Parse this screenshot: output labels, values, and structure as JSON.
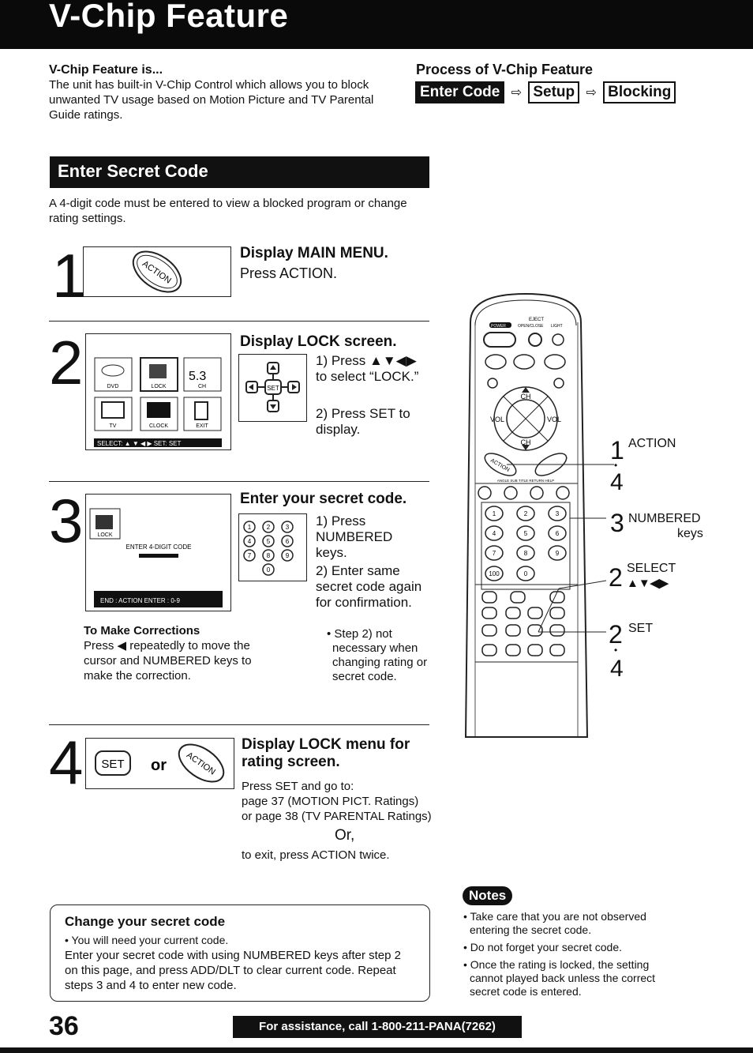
{
  "header": {
    "title": "V-Chip Feature"
  },
  "intro": {
    "heading": "V-Chip Feature is...",
    "text": "The unit has built-in V-Chip Control which allows you to block unwanted TV usage based on Motion Picture and TV Parental Guide ratings."
  },
  "process": {
    "heading": "Process of V-Chip Feature",
    "steps": [
      "Enter Code",
      "Setup",
      "Blocking"
    ]
  },
  "section": {
    "title": "Enter Secret Code",
    "text": "A 4-digit code must be entered to view a blocked program or change rating settings."
  },
  "step1": {
    "num": "1",
    "title": "Display MAIN MENU.",
    "body": "Press ACTION.",
    "button": "ACTION"
  },
  "step2": {
    "num": "2",
    "title": "Display LOCK screen.",
    "body1": "1) Press ▲▼◀▶ to select “LOCK.”",
    "body2": "2) Press SET to display.",
    "menu": {
      "dvd": "DVD",
      "lock": "LOCK",
      "ch": "CH",
      "tv": "TV",
      "clock": "CLOCK",
      "exit": "EXIT",
      "status": "SELECT: ▲ ▼ ◀ ▶   SET: SET",
      "ch_value": "5.3"
    }
  },
  "step3": {
    "num": "3",
    "title": "Enter your secret code.",
    "body1": "1) Press NUMBERED keys.",
    "body2": "2) Enter same secret code again for confirmation.",
    "note": "• Step 2) not necessary when changing rating or secret code.",
    "screen": {
      "lock": "LOCK",
      "enter": "ENTER 4-DIGIT CODE",
      "status": "END : ACTION   ENTER : 0-9"
    },
    "corrections_heading": "To Make Corrections",
    "corrections_text": "Press ◀ repeatedly to move the cursor and NUMBERED keys to make the correction."
  },
  "step4": {
    "num": "4",
    "title": "Display LOCK menu for rating screen.",
    "set_label": "SET",
    "or_label": "or",
    "body1": "Press SET and go to:",
    "body2": "page 37 (MOTION PICT. Ratings)",
    "body3": "or page 38 (TV PARENTAL Ratings)",
    "or2": "Or,",
    "body4": "to exit, press ACTION twice."
  },
  "remote_callouts": {
    "c1_num": "1",
    "c1_label": "ACTION",
    "c1_sub": "4",
    "c2_num": "3",
    "c2_label": "NUMBERED",
    "c2_sub": "keys",
    "c3_num": "2",
    "c3_label": "SELECT",
    "c3_arrows": "▲▼◀▶",
    "c4_num": "2",
    "c4_label": "SET",
    "c4_sub": "4"
  },
  "remote": {
    "eject": "EJECT",
    "power": "POWER",
    "open_close": "OPEN/CLOSE",
    "light": "LIGHT",
    "ch": "CH",
    "vol": "VOL",
    "action": "ACTION",
    "row_labels": "ANGLE SUB TITLE RETURN HELP",
    "keys": [
      "1",
      "2",
      "3",
      "4",
      "5",
      "6",
      "7",
      "8",
      "9",
      "100",
      "0"
    ]
  },
  "change_code": {
    "heading": "Change your secret code",
    "bullet": "• You will need your current code.",
    "text": "Enter your secret code with using NUMBERED keys after step 2 on this page, and press ADD/DLT to clear current code. Repeat steps 3 and 4 to enter new code."
  },
  "notes": {
    "label": "Notes",
    "items": [
      "• Take care that you are not observed entering the secret code.",
      "• Do not forget your secret code.",
      "• Once the rating is locked, the setting cannot played back unless the correct secret code is entered."
    ]
  },
  "footer": {
    "page": "36",
    "assist": "For assistance, call 1-800-211-PANA(7262)"
  }
}
